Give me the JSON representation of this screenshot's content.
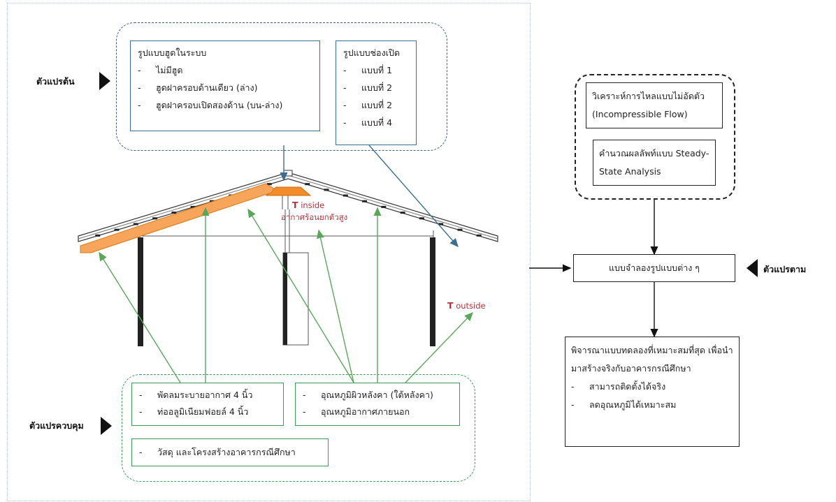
{
  "labels": {
    "independent": "ตัวแปรต้น",
    "dependent": "ตัวแปรตาม",
    "control": "ตัวแปรควบคุม"
  },
  "hood_box": {
    "title": "รูปแบบฮูดในระบบ",
    "items": [
      "ไม่มีฮูด",
      "ฮูดฝาครอบด้านเดียว (ล่าง)",
      "ฮูดฝาครอบเปิดสองด้าน (บน-ล่าง)"
    ]
  },
  "opening_box": {
    "title": "รูปแบบช่องเปิด",
    "items": [
      "แบบที่ 1",
      "แบบที่ 2",
      "แบบที่ 2",
      "แบบที่ 4"
    ]
  },
  "house": {
    "t_inside_symbol": "T",
    "t_inside_label": "inside",
    "hot_air": "อากาศร้อนยกตัวสูง",
    "t_outside_symbol": "T",
    "t_outside_label": "outside"
  },
  "control_boxes": {
    "fan_items": [
      "พัดลมระบายอากาศ 4 นิ้ว",
      "ท่ออลูมิเนียมฟอยล์ 4 นิ้ว"
    ],
    "temp_items": [
      "อุณหภูมิผิวหลังคา (ใต้หลังคา)",
      "อุณหภูมิอากาศภายนอก"
    ],
    "material_items": [
      "วัสดุ และโครงสร้างอาคารกรณีศึกษา"
    ]
  },
  "analysis": {
    "flow": "วิเคราะห์การไหลแบบไม่อัดตัว (Incompressible Flow)",
    "steady": "คำนวณผลลัพท์แบบ Steady-State Analysis"
  },
  "model_box": "แบบจำลองรูปแบบต่าง ๆ",
  "result_box": {
    "text": "พิจารณาแบบทดลองที่เหมาะสมที่สุด เพื่อนำมาสร้างจริงกับอาคารกรณีศึกษา",
    "items": [
      "สามารถติดตั้งได้จริง",
      "ลดอุณหภูมิได้เหมาะสม"
    ]
  },
  "dash_char": "-",
  "colors": {
    "blue": "#3b6f8f",
    "green": "#3c9a5a",
    "orange": "#f28c28",
    "red": "#b0333a"
  }
}
